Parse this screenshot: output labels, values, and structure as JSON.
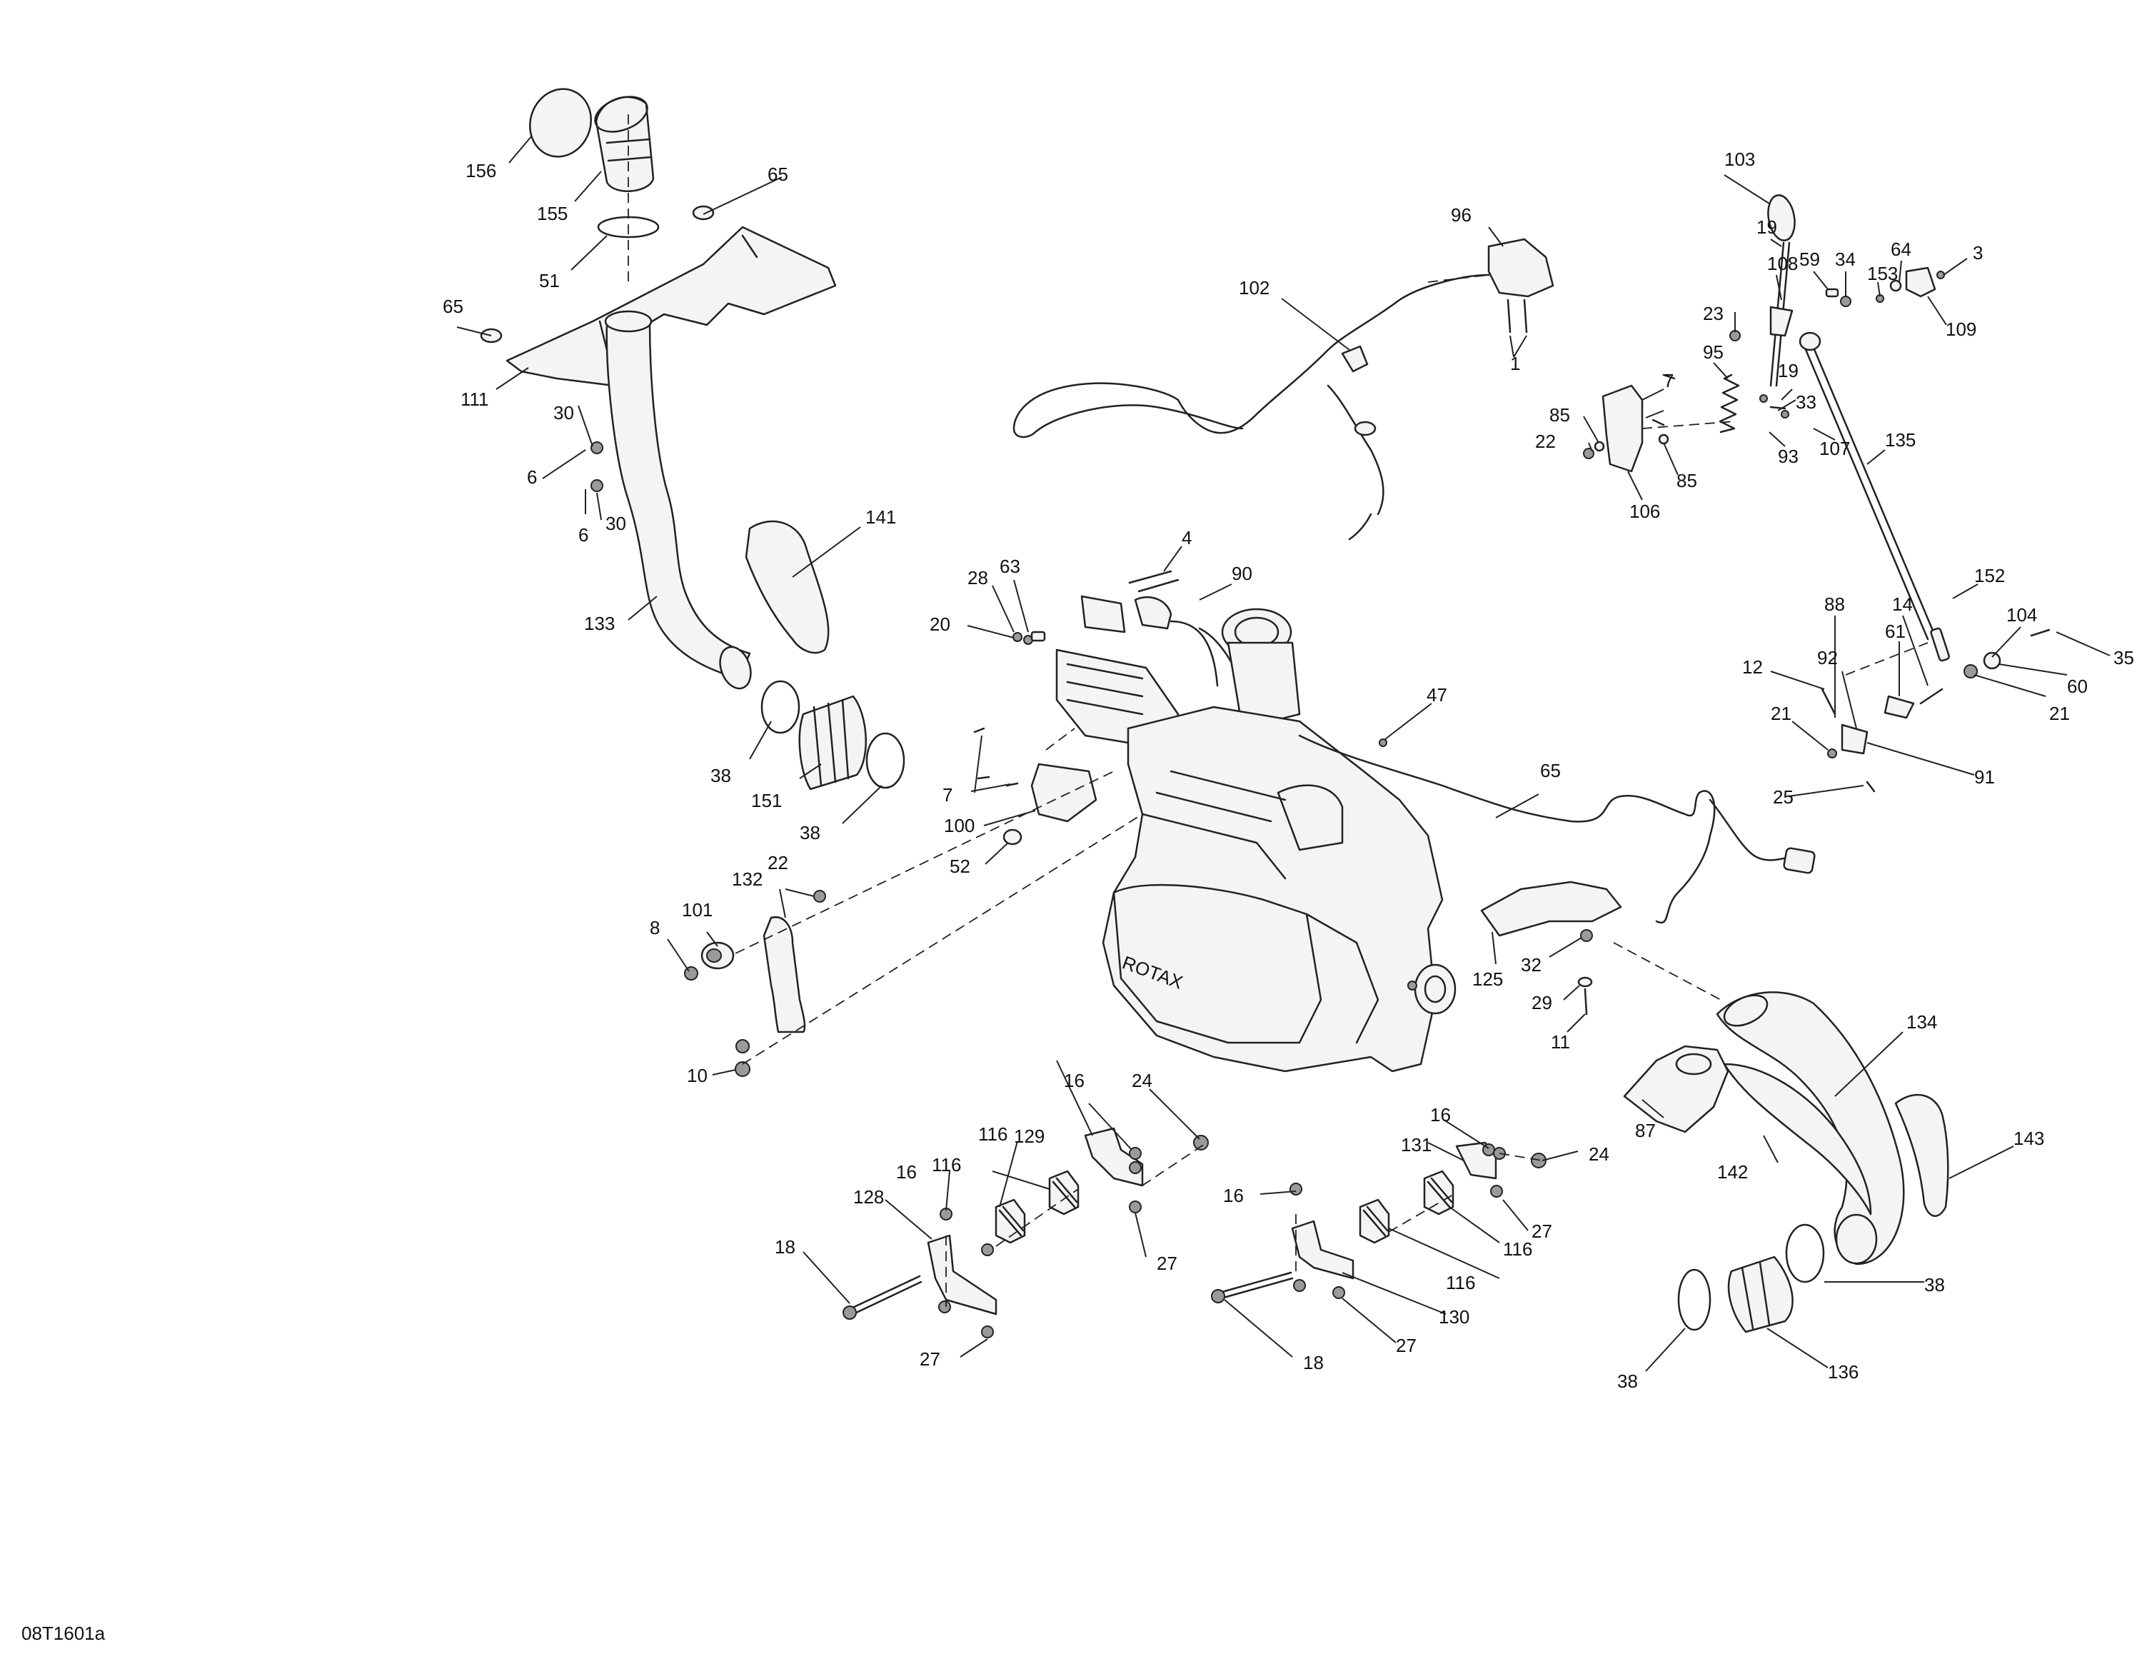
{
  "document_code": "08T1601a",
  "callouts": [
    {
      "id": "c156",
      "label": "156"
    },
    {
      "id": "c155",
      "label": "155"
    },
    {
      "id": "c65a",
      "label": "65"
    },
    {
      "id": "c51",
      "label": "51"
    },
    {
      "id": "c65b",
      "label": "65"
    },
    {
      "id": "c111",
      "label": "111"
    },
    {
      "id": "c30a",
      "label": "30"
    },
    {
      "id": "c6a",
      "label": "6"
    },
    {
      "id": "c6b",
      "label": "6"
    },
    {
      "id": "c30b",
      "label": "30"
    },
    {
      "id": "c141",
      "label": "141"
    },
    {
      "id": "c133",
      "label": "133"
    },
    {
      "id": "c38a",
      "label": "38"
    },
    {
      "id": "c151",
      "label": "151"
    },
    {
      "id": "c38b",
      "label": "38"
    },
    {
      "id": "c22a",
      "label": "22"
    },
    {
      "id": "c132",
      "label": "132"
    },
    {
      "id": "c101",
      "label": "101"
    },
    {
      "id": "c8",
      "label": "8"
    },
    {
      "id": "c10",
      "label": "10"
    },
    {
      "id": "c28",
      "label": "28"
    },
    {
      "id": "c63",
      "label": "63"
    },
    {
      "id": "c20",
      "label": "20"
    },
    {
      "id": "c4",
      "label": "4"
    },
    {
      "id": "c90",
      "label": "90"
    },
    {
      "id": "c7a",
      "label": "7"
    },
    {
      "id": "c100",
      "label": "100"
    },
    {
      "id": "c52",
      "label": "52"
    },
    {
      "id": "c47",
      "label": "47"
    },
    {
      "id": "c65c",
      "label": "65"
    },
    {
      "id": "c102",
      "label": "102"
    },
    {
      "id": "c96",
      "label": "96"
    },
    {
      "id": "c1",
      "label": "1"
    },
    {
      "id": "c103",
      "label": "103"
    },
    {
      "id": "c19a",
      "label": "19"
    },
    {
      "id": "c108",
      "label": "108"
    },
    {
      "id": "c59",
      "label": "59"
    },
    {
      "id": "c34",
      "label": "34"
    },
    {
      "id": "c153",
      "label": "153"
    },
    {
      "id": "c64",
      "label": "64"
    },
    {
      "id": "c3",
      "label": "3"
    },
    {
      "id": "c109",
      "label": "109"
    },
    {
      "id": "c23",
      "label": "23"
    },
    {
      "id": "c19b",
      "label": "19"
    },
    {
      "id": "c95",
      "label": "95"
    },
    {
      "id": "c7b",
      "label": "7"
    },
    {
      "id": "c33",
      "label": "33"
    },
    {
      "id": "c85a",
      "label": "85"
    },
    {
      "id": "c22b",
      "label": "22"
    },
    {
      "id": "c93",
      "label": "93"
    },
    {
      "id": "c107",
      "label": "107"
    },
    {
      "id": "c135",
      "label": "135"
    },
    {
      "id": "c85b",
      "label": "85"
    },
    {
      "id": "c106",
      "label": "106"
    },
    {
      "id": "c152",
      "label": "152"
    },
    {
      "id": "c88",
      "label": "88"
    },
    {
      "id": "c14",
      "label": "14"
    },
    {
      "id": "c104",
      "label": "104"
    },
    {
      "id": "c35",
      "label": "35"
    },
    {
      "id": "c61",
      "label": "61"
    },
    {
      "id": "c12",
      "label": "12"
    },
    {
      "id": "c92",
      "label": "92"
    },
    {
      "id": "c60",
      "label": "60"
    },
    {
      "id": "c21a",
      "label": "21"
    },
    {
      "id": "c21b",
      "label": "21"
    },
    {
      "id": "c91",
      "label": "91"
    },
    {
      "id": "c25",
      "label": "25"
    },
    {
      "id": "c32",
      "label": "32"
    },
    {
      "id": "c125",
      "label": "125"
    },
    {
      "id": "c29",
      "label": "29"
    },
    {
      "id": "c11",
      "label": "11"
    },
    {
      "id": "c134",
      "label": "134"
    },
    {
      "id": "c87",
      "label": "87"
    },
    {
      "id": "c142",
      "label": "142"
    },
    {
      "id": "c143",
      "label": "143"
    },
    {
      "id": "c24a",
      "label": "24"
    },
    {
      "id": "c16a",
      "label": "16"
    },
    {
      "id": "c129",
      "label": "129"
    },
    {
      "id": "c116a",
      "label": "116"
    },
    {
      "id": "c16b",
      "label": "16"
    },
    {
      "id": "c116b",
      "label": "116"
    },
    {
      "id": "c128",
      "label": "128"
    },
    {
      "id": "c27a",
      "label": "27"
    },
    {
      "id": "c18a",
      "label": "18"
    },
    {
      "id": "c27b",
      "label": "27"
    },
    {
      "id": "c16c",
      "label": "16"
    },
    {
      "id": "c131",
      "label": "131"
    },
    {
      "id": "c24b",
      "label": "24"
    },
    {
      "id": "c16d",
      "label": "16"
    },
    {
      "id": "c27c",
      "label": "27"
    },
    {
      "id": "c116c",
      "label": "116"
    },
    {
      "id": "c116d",
      "label": "116"
    },
    {
      "id": "c130",
      "label": "130"
    },
    {
      "id": "c27d",
      "label": "27"
    },
    {
      "id": "c18b",
      "label": "18"
    },
    {
      "id": "c38c",
      "label": "38"
    },
    {
      "id": "c38d",
      "label": "38"
    },
    {
      "id": "c136",
      "label": "136"
    }
  ]
}
